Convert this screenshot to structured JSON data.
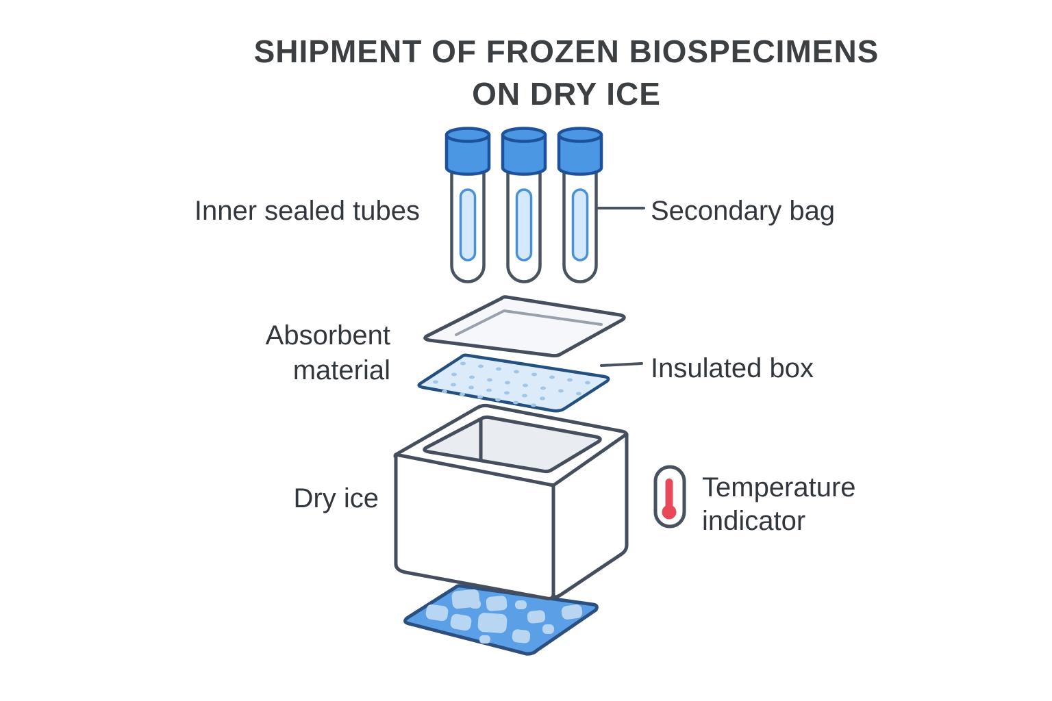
{
  "title": {
    "line1": "SHIPMENT OF FROZEN BIOSPECIMENS",
    "line2": "ON DRY ICE"
  },
  "labels": {
    "inner_sealed_tubes": "Inner sealed tubes",
    "secondary_bag": "Secondary bag",
    "absorbent_material_line1": "Absorbent",
    "absorbent_material_line2": "material",
    "insulated_box": "Insulated box",
    "dry_ice": "Dry ice",
    "temperature_indicator_line1": "Temperature",
    "temperature_indicator_line2": "indicator"
  },
  "icons": {
    "specimen_tube": "test-tube-with-blue-cap",
    "thermometer": "temperature-indicator-thermometer"
  },
  "colors": {
    "background": "#ffffff",
    "title_text": "#3d4043",
    "label_text": "#32373d",
    "outline_dark": "#454e5c",
    "tube_outline": "#4a5360",
    "cap_blue": "#4b97e3",
    "cap_blue_dark": "#1d5199",
    "sample_fill": "#d5e9fc",
    "sample_stroke": "#4a90d9",
    "sheet_white_fill": "#f5f7fa",
    "sheet_inner_line": "#98a1ab",
    "absorbent_fill": "#dcebf9",
    "absorbent_dots": "#9fc6e8",
    "absorbent_stroke": "#24507f",
    "box_opening_fill": "#e9ecf0",
    "dry_ice_fill": "#5b9fe6",
    "dry_ice_stroke": "#2b4f7e",
    "dry_ice_chunks": "#b8d6f1",
    "thermometer_outline": "#47525e",
    "thermometer_red": "#e8495a"
  }
}
